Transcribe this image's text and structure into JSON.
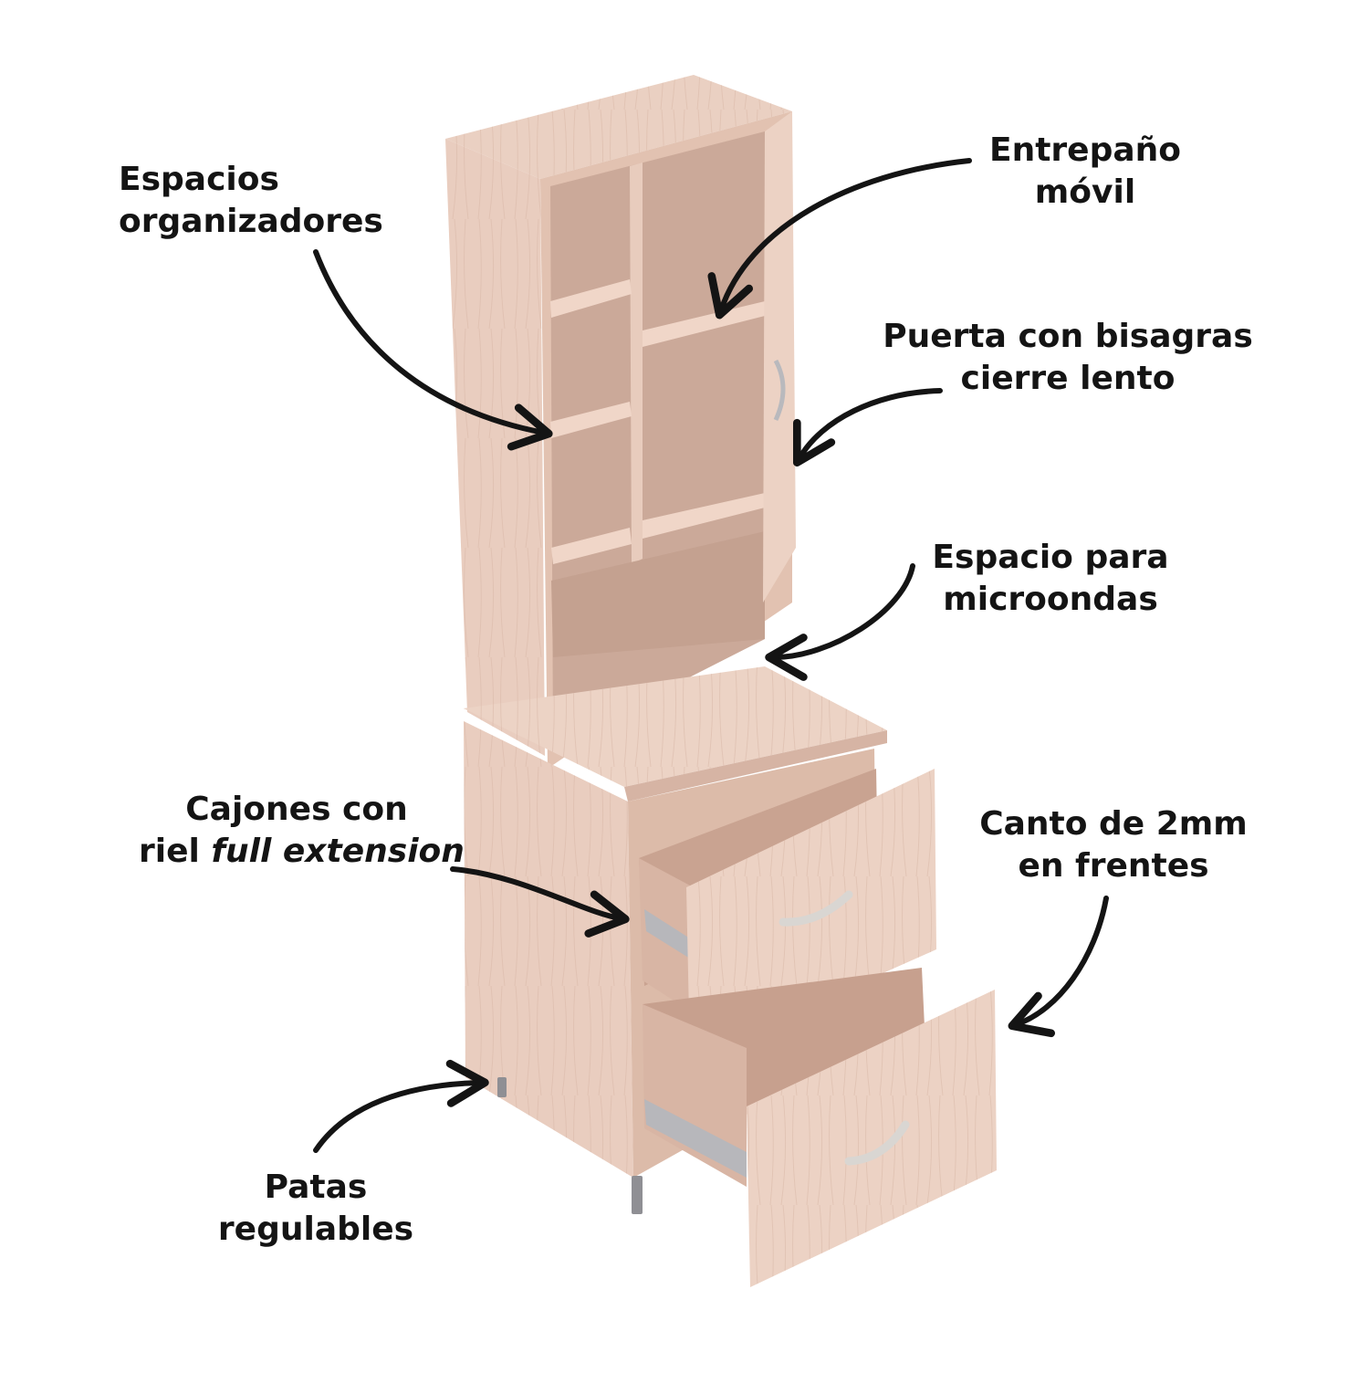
{
  "labels": {
    "organizers": {
      "line1": "Espacios",
      "line2": "organizadores"
    },
    "shelf": {
      "line1": "Entrepaño",
      "line2": "móvil"
    },
    "door": {
      "line1": "Puerta con bisagras",
      "line2": "cierre lento"
    },
    "microwave": {
      "line1": "Espacio para",
      "line2": "microondas"
    },
    "drawers": {
      "line1": "Cajones con",
      "line2_prefix": "riel ",
      "line2_italic": "full extension"
    },
    "edge": {
      "line1": "Canto de 2mm",
      "line2": "en frentes"
    },
    "legs": {
      "line1": "Patas",
      "line2": "regulables"
    }
  },
  "colors": {
    "wood_light": "#f0d8cc",
    "wood_mid": "#e4c4b4",
    "wood_dark": "#c9a796",
    "wood_shadow": "#b58f7e",
    "ink": "#141414",
    "metal": "#a9a9ad"
  }
}
